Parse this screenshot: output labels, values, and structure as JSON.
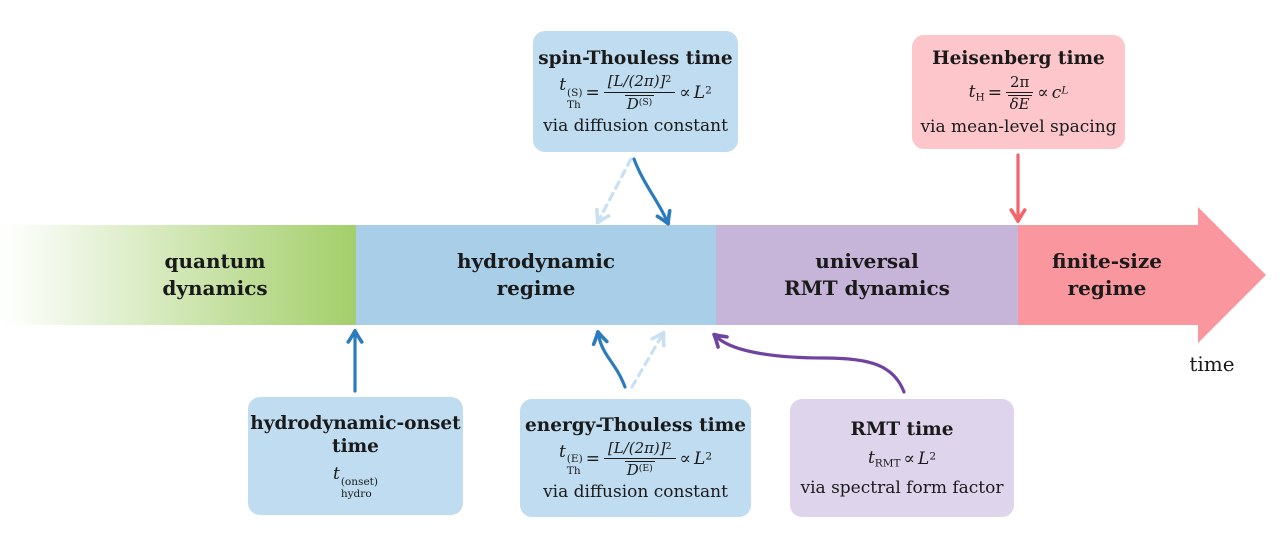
{
  "timeline": {
    "time_label": "time",
    "segments": [
      {
        "name": "quantum-dynamics",
        "label_line1": "quantum",
        "label_line2": "dynamics",
        "color": "#a4cf6c"
      },
      {
        "name": "hydrodynamic-regime",
        "label_line1": "hydrodynamic",
        "label_line2": "regime",
        "color": "#a9cfe8"
      },
      {
        "name": "universal-rmt",
        "label_line1": "universal",
        "label_line2": "RMT dynamics",
        "color": "#c7b4d9"
      },
      {
        "name": "finite-size-regime",
        "label_line1": "finite-size",
        "label_line2": "regime",
        "color": "#f9969e"
      }
    ]
  },
  "boxes": {
    "spin_thouless": {
      "title": "spin-Thouless time",
      "via": "via diffusion constant",
      "formula": {
        "var_t": "t",
        "t_sup": "(S)",
        "t_sub": "Th",
        "equals": "=",
        "numerator": "[L/(2π)]",
        "numerator_exp": "2",
        "denominator": "D",
        "denominator_exp": "(S)",
        "propto": "∝",
        "scaling_var": "L",
        "scaling_exp": "2"
      }
    },
    "heisenberg": {
      "title": "Heisenberg time",
      "via": "via mean-level spacing",
      "formula": {
        "var_t": "t",
        "t_sub": "H",
        "equals": "=",
        "numerator": "2π",
        "denominator": "δE",
        "propto": "∝",
        "scaling_var": "c",
        "scaling_exp": "L"
      }
    },
    "hydro_onset": {
      "title_line1": "hydrodynamic-onset",
      "title_line2": "time",
      "formula": {
        "var_t": "t",
        "t_sup": "(onset)",
        "t_sub": "hydro"
      }
    },
    "energy_thouless": {
      "title": "energy-Thouless time",
      "via": "via diffusion constant",
      "formula": {
        "var_t": "t",
        "t_sup": "(E)",
        "t_sub": "Th",
        "equals": "=",
        "numerator": "[L/(2π)]",
        "numerator_exp": "2",
        "denominator": "D",
        "denominator_exp": "(E)",
        "propto": "∝",
        "scaling_var": "L",
        "scaling_exp": "2"
      }
    },
    "rmt": {
      "title": "RMT time",
      "via": "via spectral form factor",
      "formula": {
        "var_t": "t",
        "t_sub": "RMT",
        "propto": "∝",
        "scaling_var": "L",
        "scaling_exp": "2"
      }
    }
  },
  "colors": {
    "segment_green": "#a4cf6c",
    "segment_blue": "#a9cfe8",
    "segment_purple": "#c7b4d9",
    "segment_red": "#f9969e",
    "box_blue": "#bfdcf0",
    "box_pink": "#fcc6cb",
    "box_purple": "#ded5ec",
    "arrow_blue": "#2b7bbd",
    "arrow_blue_faded": "#c9e0f3",
    "arrow_purple": "#6e44a0",
    "arrow_red": "#f4646c",
    "text": "#1a1a1a"
  }
}
